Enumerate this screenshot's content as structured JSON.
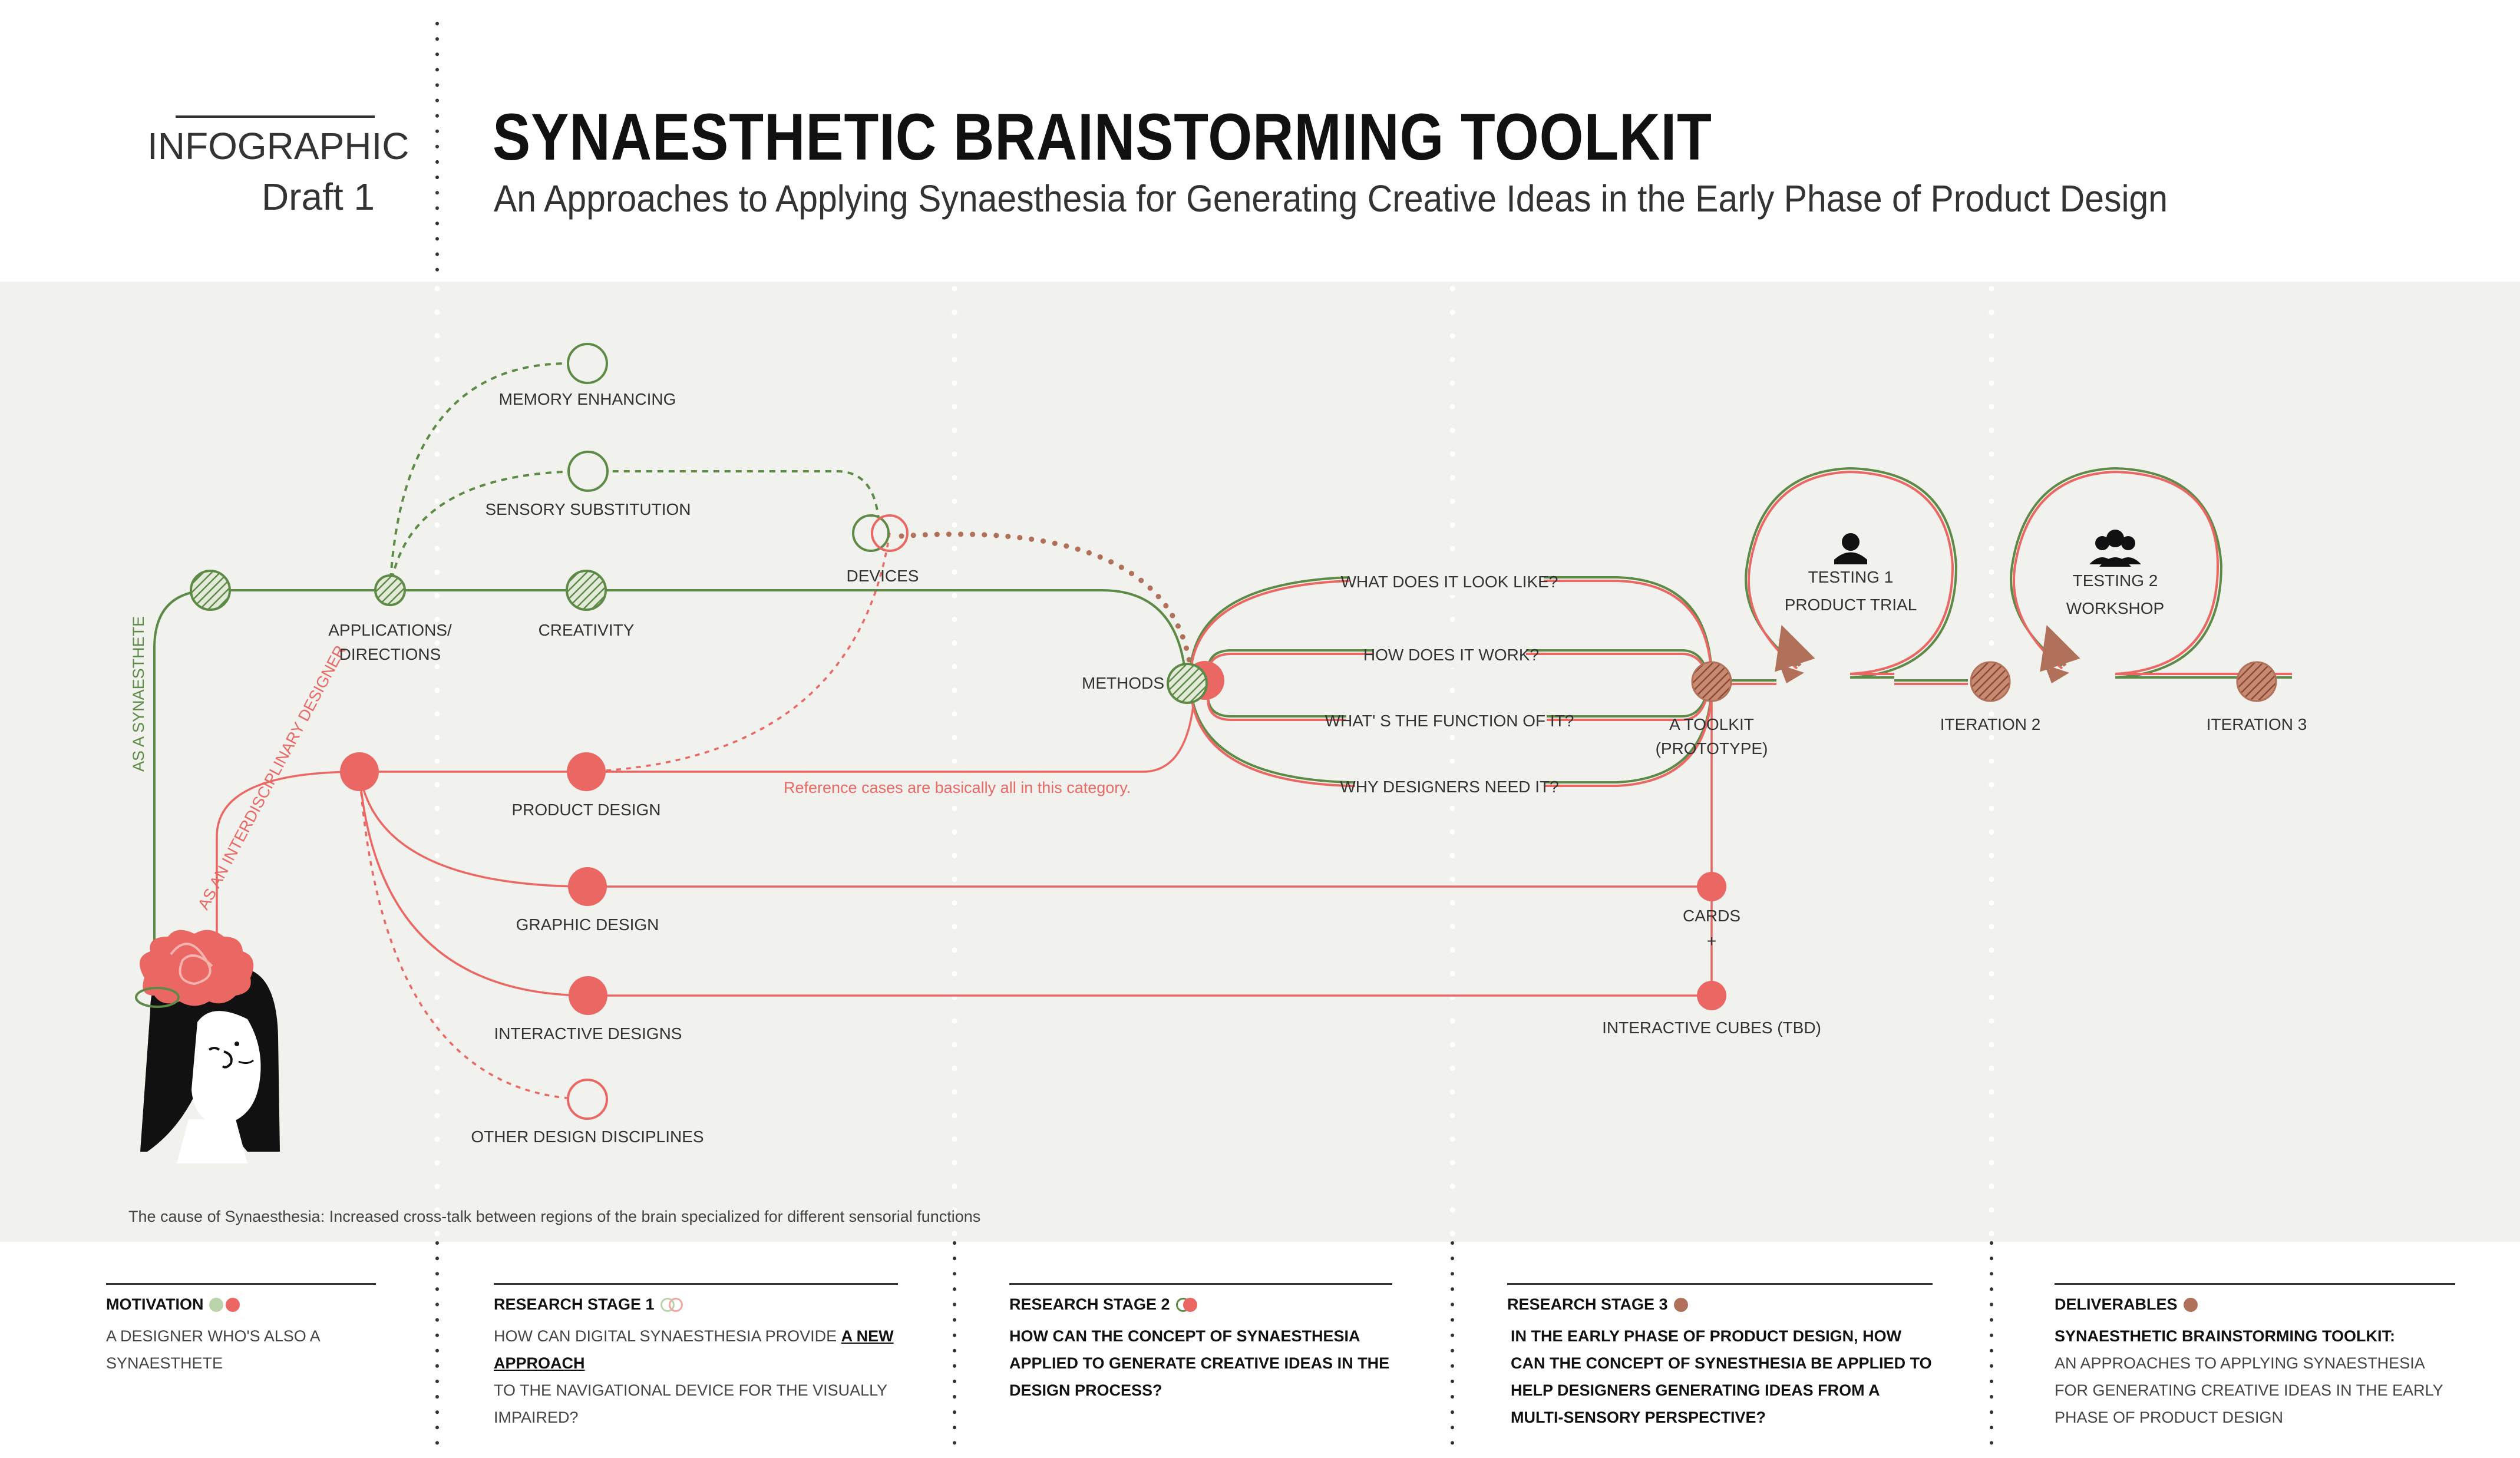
{
  "header": {
    "kicker": "INFOGRAPHIC",
    "draft": "Draft 1",
    "title": "SYNAESTHETIC BRAINSTORMING TOOLKIT",
    "subtitle": "An Approaches to Applying Synaesthesia for Generating Creative Ideas in the Early Phase of Product Design"
  },
  "colors": {
    "green": "#5e8a47",
    "coral": "#ea6764",
    "brown": "#b0705a",
    "band": "#f1f1ed"
  },
  "diagram": {
    "branches": {
      "synaesthete": "AS A SYNAESTHETE",
      "designer": "AS AN INTERDISCIPLINARY DESIGNER"
    },
    "nodes": {
      "memory": "MEMORY ENHANCING",
      "sensory": "SENSORY SUBSTITUTION",
      "applications": "APPLICATIONS/\nDIRECTIONS",
      "creativity": "CREATIVITY",
      "devices": "DEVICES",
      "methods": "METHODS",
      "product_design": "PRODUCT DESIGN",
      "graphic_design": "GRAPHIC DESIGN",
      "interactive_designs": "INTERACTIVE DESIGNS",
      "other_disciplines": "OTHER DESIGN DISCIPLINES",
      "toolkit": "A TOOLKIT\n(PROTOTYPE)",
      "cards": "CARDS",
      "plus": "+",
      "cubes": "INTERACTIVE CUBES (TBD)",
      "iteration2": "ITERATION 2",
      "iteration3": "ITERATION 3"
    },
    "questions": [
      "WHAT DOES IT LOOK LIKE?",
      "HOW DOES IT WORK?",
      "WHAT' S THE FUNCTION OF IT?",
      "WHY DESIGNERS NEED IT?"
    ],
    "testing1": {
      "title": "TESTING 1",
      "sub": "PRODUCT TRIAL",
      "icon": "person-icon"
    },
    "testing2": {
      "title": "TESTING 2",
      "sub": "WORKSHOP",
      "icon": "group-icon"
    },
    "reference_note": "Reference cases are basically all in this category.",
    "cause_caption": "The cause of Synaesthesia: Increased cross-talk between regions of the brain specialized for different sensorial functions"
  },
  "footer": {
    "motivation": {
      "head": "MOTIVATION",
      "body": "A  DESIGNER WHO'S ALSO A SYNAESTHETE"
    },
    "stage1": {
      "head": "RESEARCH STAGE 1",
      "body_pre": "HOW CAN DIGITAL SYNAESTHESIA PROVIDE",
      "body_em": "A NEW APPROACH",
      "body_post": "TO THE NAVIGATIONAL DEVICE FOR THE VISUALLY IMPAIRED?"
    },
    "stage2": {
      "head": "RESEARCH STAGE 2",
      "body": "HOW CAN THE CONCEPT OF SYNAESTHESIA APPLIED TO GENERATE CREATIVE IDEAS IN THE DESIGN PROCESS?"
    },
    "stage3": {
      "head": "RESEARCH STAGE 3",
      "body": "IN THE EARLY PHASE OF PRODUCT DESIGN, HOW CAN THE CONCEPT OF SYNESTHESIA BE APPLIED TO HELP DESIGNERS GENERATING IDEAS FROM A MULTI-SENSORY PERSPECTIVE?"
    },
    "deliverables": {
      "head": "DELIVERABLES",
      "title": "SYNAESTHETIC BRAINSTORMING TOOLKIT:",
      "body": "AN APPROACHES TO APPLYING SYNAESTHESIA FOR GENERATING CREATIVE IDEAS IN THE EARLY PHASE OF PRODUCT DESIGN"
    }
  }
}
